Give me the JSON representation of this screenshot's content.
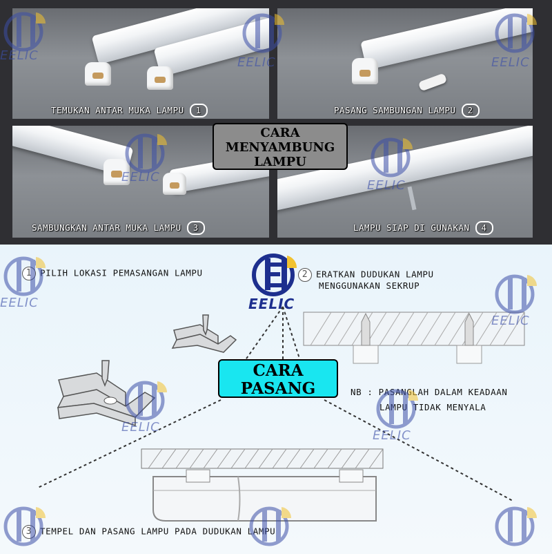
{
  "top_panels": [
    {
      "caption": "TEMUKAN ANTAR MUKA LAMPU",
      "number": "1"
    },
    {
      "caption": "PASANG SAMBUNGAN LAMPU",
      "number": "2"
    },
    {
      "caption": "SAMBUNGKAN ANTAR MUKA LAMPU",
      "number": "3"
    },
    {
      "caption": "LAMPU SIAP DI GUNAKAN",
      "number": "4"
    }
  ],
  "title_connect": [
    "CARA",
    "MENYAMBUNG",
    "LAMPU"
  ],
  "install": {
    "title": [
      "CARA",
      "PASANG"
    ],
    "steps": [
      {
        "number": "1",
        "text": "PILIH LOKASI PEMASANGAN LAMPU"
      },
      {
        "number": "2",
        "text_line1": "ERATKAN DUDUKAN LAMPU",
        "text_line2": "MENGGUNAKAN SEKRUP"
      },
      {
        "number": "3",
        "text": "TEMPEL DAN PASANG LAMPU PADA DUDUKAN LAMPU"
      }
    ],
    "note_line1": "NB : PASANGLAH DALAM KEADAAN",
    "note_line2": "LAMPU TIDAK MENYALA"
  },
  "brand": "EELIC",
  "colors": {
    "accent_cyan": "#19e6f0",
    "title_gray": "#8c8c8c",
    "logo_blue": "#1d2f8e",
    "logo_yellow": "#f2c230"
  }
}
